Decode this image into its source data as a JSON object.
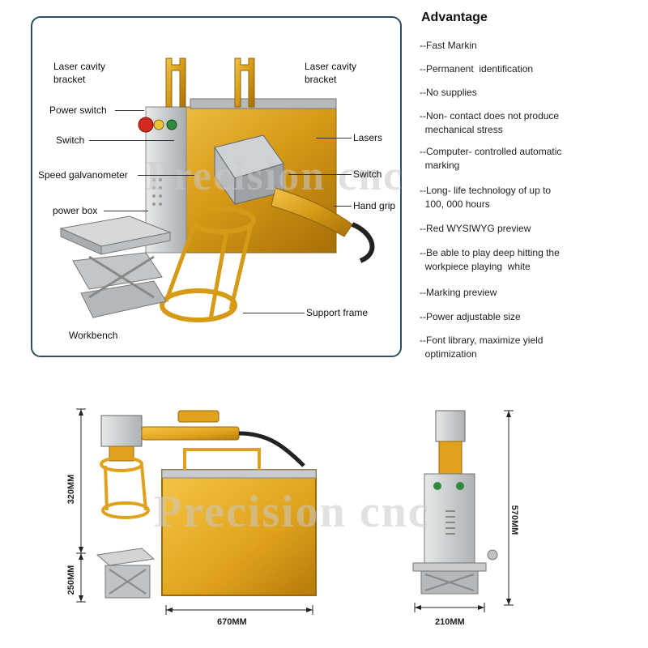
{
  "callouts": {
    "laser_cavity_left": "Laser cavity\nbracket",
    "laser_cavity_right": "Laser cavity\nbracket",
    "power_switch": "Power switch",
    "switch_left": "Switch",
    "lasers": "Lasers",
    "speed_galvanometer": "Speed galvanometer",
    "switch_right": "Switch",
    "power_box": "power box",
    "hand_grip": "Hand grip",
    "support_frame": "Support frame",
    "workbench": "Workbench"
  },
  "advantage": {
    "title": "Advantage",
    "items": [
      "--Fast Markin",
      "--Permanent  identification",
      "--No supplies",
      "--Non- contact does not produce\n  mechanical stress",
      "--Computer- controlled automatic\n  marking",
      "--Long- life technology of up to\n  100, 000 hours",
      "--Red WYSIWYG preview",
      "--Be able to play deep hitting the\n  workpiece playing  white",
      "--Marking preview",
      "--Power adjustable size",
      "--Font library, maximize yield\n  optimization"
    ]
  },
  "watermark": {
    "top": "Precision cnc",
    "bottom": "Precision cnc"
  },
  "dimensions": {
    "height_upper": "320MM",
    "height_lower": "250MM",
    "width_front": "670MM",
    "height_side": "570MM",
    "width_side": "210MM"
  },
  "colors": {
    "gold": "#e0a21c",
    "steel": "#c9cbcc",
    "frame_border": "#2d4f63"
  }
}
